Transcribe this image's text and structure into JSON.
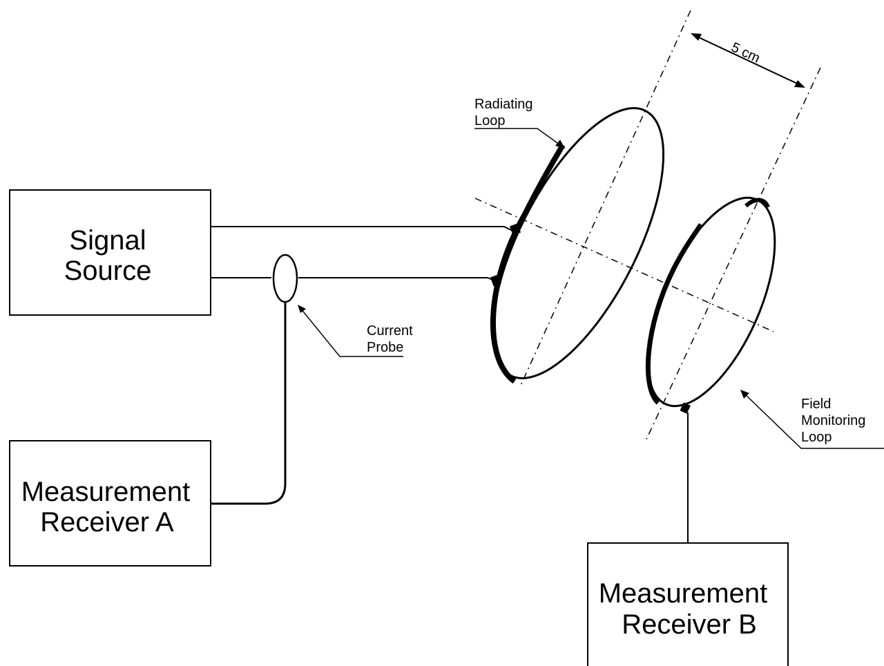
{
  "blocks": {
    "signal_source": {
      "line1": "Signal",
      "line2": "Source"
    },
    "receiver_a": {
      "line1": "Measurement",
      "line2": "Receiver A"
    },
    "receiver_b": {
      "line1": "Measurement",
      "line2": "Receiver B"
    }
  },
  "labels": {
    "radiating_loop": {
      "line1": "Radiating",
      "line2": "Loop"
    },
    "current_probe": {
      "line1": "Current",
      "line2": "Probe"
    },
    "field_monitoring_loop": {
      "line1": "Field",
      "line2": "Monitoring",
      "line3": "Loop"
    }
  },
  "dimension": {
    "text": "5 cm"
  }
}
